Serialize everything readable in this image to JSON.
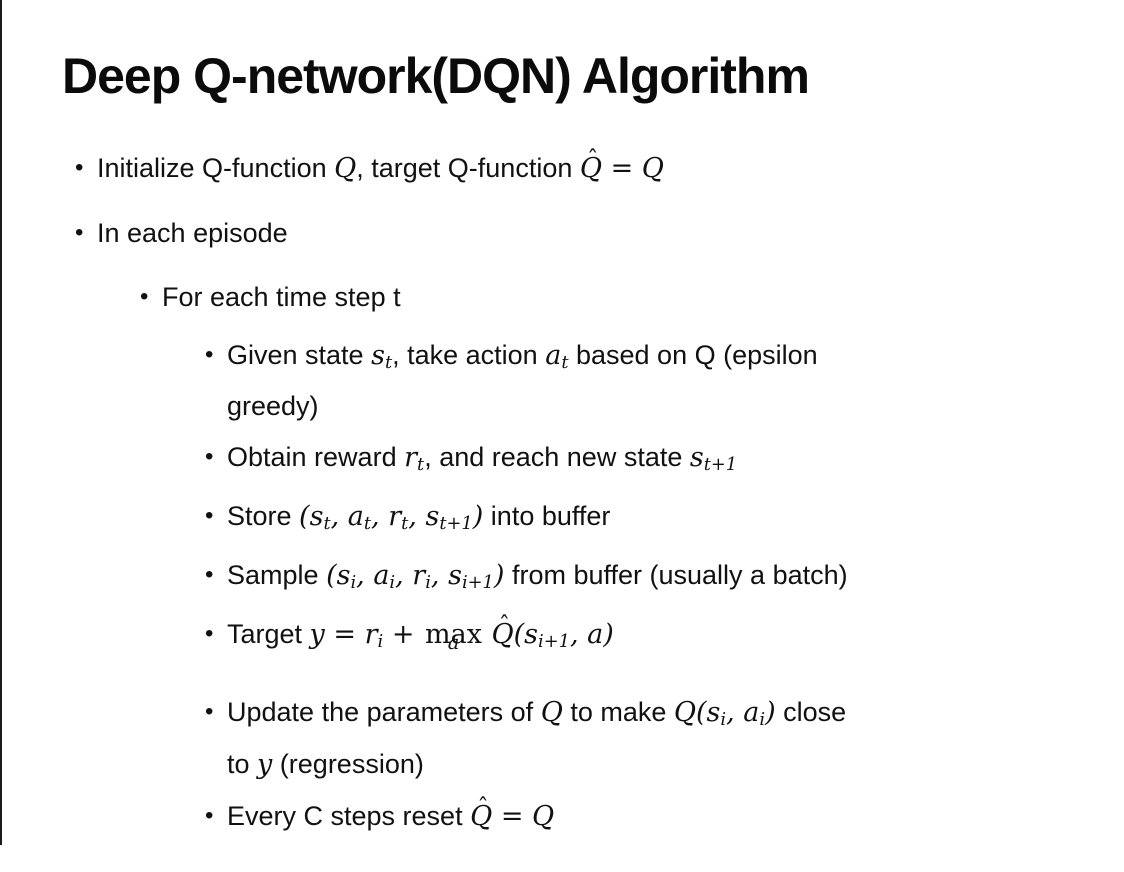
{
  "slide": {
    "title": "Deep Q-network(DQN) Algorithm",
    "bullet_char": "•",
    "hat_char": "ˆ",
    "background": "#ffffff",
    "text_color": "#111111",
    "border_color": "#1a1a1a",
    "bullets": [
      {
        "level": 1,
        "segments": [
          {
            "x": "Initialize Q-function "
          },
          {
            "x": "Q",
            "c": "m"
          },
          {
            "x": ", target Q-function "
          },
          {
            "x": "Q",
            "c": "m",
            "h": "ˆ"
          },
          {
            "x": " = Q",
            "c": "m"
          }
        ]
      },
      {
        "level": 1,
        "segments": [
          {
            "x": "In each episode"
          }
        ]
      },
      {
        "level": 2,
        "segments": [
          {
            "x": "For each time step t"
          }
        ]
      },
      {
        "level": 3,
        "segments": [
          {
            "x": "Given state "
          },
          {
            "x": "s",
            "c": "m"
          },
          {
            "x": "t",
            "c": "ms"
          },
          {
            "x": ", take action "
          },
          {
            "x": "a",
            "c": "m"
          },
          {
            "x": "t",
            "c": "ms"
          },
          {
            "x": " based on Q (epsilon"
          },
          {
            "br": true
          },
          {
            "x": "greedy)"
          }
        ]
      },
      {
        "level": 3,
        "segments": [
          {
            "x": "Obtain reward "
          },
          {
            "x": "r",
            "c": "m"
          },
          {
            "x": "t",
            "c": "ms"
          },
          {
            "x": ", and reach new state "
          },
          {
            "x": "s",
            "c": "m"
          },
          {
            "x": "t+1",
            "c": "ms"
          }
        ]
      },
      {
        "level": 3,
        "segments": [
          {
            "x": "Store "
          },
          {
            "x": "(s",
            "c": "m"
          },
          {
            "x": "t",
            "c": "ms"
          },
          {
            "x": ", a",
            "c": "m"
          },
          {
            "x": "t",
            "c": "ms"
          },
          {
            "x": ", r",
            "c": "m"
          },
          {
            "x": "t",
            "c": "ms"
          },
          {
            "x": ", s",
            "c": "m"
          },
          {
            "x": "t+1",
            "c": "ms"
          },
          {
            "x": ")",
            "c": "m"
          },
          {
            "x": " into buffer"
          }
        ]
      },
      {
        "level": 3,
        "segments": [
          {
            "x": "Sample "
          },
          {
            "x": "(s",
            "c": "m"
          },
          {
            "x": "i",
            "c": "ms"
          },
          {
            "x": ", a",
            "c": "m"
          },
          {
            "x": "i",
            "c": "ms"
          },
          {
            "x": ", r",
            "c": "m"
          },
          {
            "x": "i",
            "c": "ms"
          },
          {
            "x": ", s",
            "c": "m"
          },
          {
            "x": "i+1",
            "c": "ms"
          },
          {
            "x": ")",
            "c": "m"
          },
          {
            "x": " from buffer (usually a batch)"
          }
        ]
      },
      {
        "level": 3,
        "segments": [
          {
            "x": "Target "
          },
          {
            "x": "y",
            "c": "m"
          },
          {
            "x": " = ",
            "c": "m"
          },
          {
            "x": "r",
            "c": "m"
          },
          {
            "x": "i",
            "c": "ms"
          },
          {
            "x": " + ",
            "c": "m"
          },
          {
            "x": "max",
            "c": "stk",
            "u": "a"
          },
          {
            "x": " "
          },
          {
            "x": "Q",
            "c": "m",
            "h": "ˆ"
          },
          {
            "x": "(s",
            "c": "m"
          },
          {
            "x": "i+1",
            "c": "ms"
          },
          {
            "x": ", a)",
            "c": "m"
          }
        ]
      },
      {
        "level": 3,
        "segments": [
          {
            "x": "Update the parameters of "
          },
          {
            "x": "Q",
            "c": "m"
          },
          {
            "x": " to make "
          },
          {
            "x": "Q(s",
            "c": "m"
          },
          {
            "x": "i",
            "c": "ms"
          },
          {
            "x": ", a",
            "c": "m"
          },
          {
            "x": "i",
            "c": "ms"
          },
          {
            "x": ")",
            "c": "m"
          },
          {
            "x": " close"
          },
          {
            "br": true
          },
          {
            "x": "to "
          },
          {
            "x": "y",
            "c": "m"
          },
          {
            "x": " (regression)"
          }
        ]
      },
      {
        "level": 3,
        "segments": [
          {
            "x": "Every C steps reset "
          },
          {
            "x": "Q",
            "c": "m",
            "h": "ˆ"
          },
          {
            "x": " = Q",
            "c": "m"
          }
        ]
      }
    ]
  }
}
